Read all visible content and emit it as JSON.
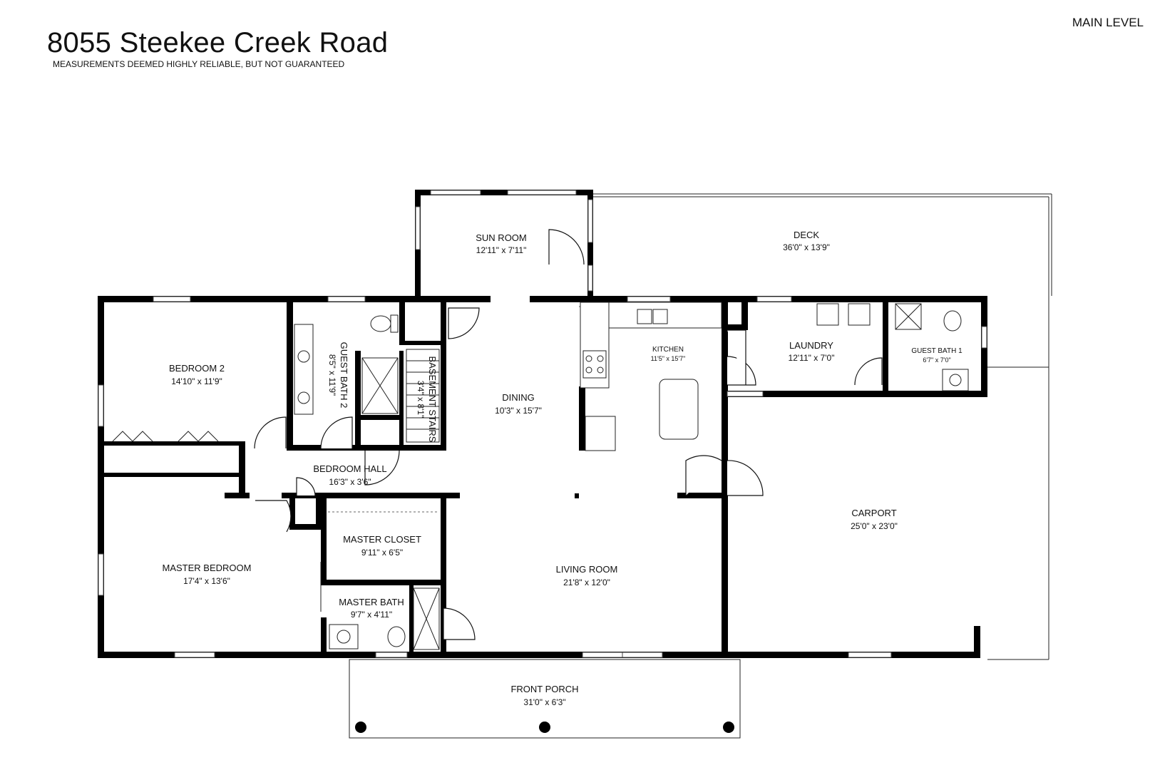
{
  "header": {
    "title": "8055 Steekee Creek Road",
    "subtitle": "MEASUREMENTS DEEMED HIGHLY RELIABLE, BUT NOT GUARANTEED",
    "level": "MAIN LEVEL"
  },
  "rooms": {
    "sun_room": {
      "name": "SUN ROOM",
      "dims": "12'11\" x 7'11\""
    },
    "deck": {
      "name": "DECK",
      "dims": "36'0\" x 13'9\""
    },
    "bedroom_2": {
      "name": "BEDROOM 2",
      "dims": "14'10\" x 11'9\""
    },
    "guest_bath_2": {
      "name": "GUEST BATH 2",
      "dims": "8'5\" x 11'9\""
    },
    "basement_stairs": {
      "name": "BASEMENT STAIRS",
      "dims": "3'4\" x 8'1\""
    },
    "dining": {
      "name": "DINING",
      "dims": "10'3\" x 15'7\""
    },
    "kitchen": {
      "name": "KITCHEN",
      "dims": "11'5\" x 15'7\""
    },
    "laundry": {
      "name": "LAUNDRY",
      "dims": "12'11\" x 7'0\""
    },
    "guest_bath_1": {
      "name": "GUEST BATH 1",
      "dims": "6'7\" x 7'0\""
    },
    "bedroom_hall": {
      "name": "BEDROOM HALL",
      "dims": "16'3\" x 3'6\""
    },
    "master_closet": {
      "name": "MASTER CLOSET",
      "dims": "9'11\" x 6'5\""
    },
    "master_bedroom": {
      "name": "MASTER BEDROOM",
      "dims": "17'4\" x 13'6\""
    },
    "master_bath": {
      "name": "MASTER BATH",
      "dims": "9'7\" x 4'11\""
    },
    "living_room": {
      "name": "LIVING ROOM",
      "dims": "21'8\" x 12'0\""
    },
    "carport": {
      "name": "CARPORT",
      "dims": "25'0\" x 23'0\""
    },
    "front_porch": {
      "name": "FRONT PORCH",
      "dims": "31'0\" x 6'3\""
    }
  }
}
